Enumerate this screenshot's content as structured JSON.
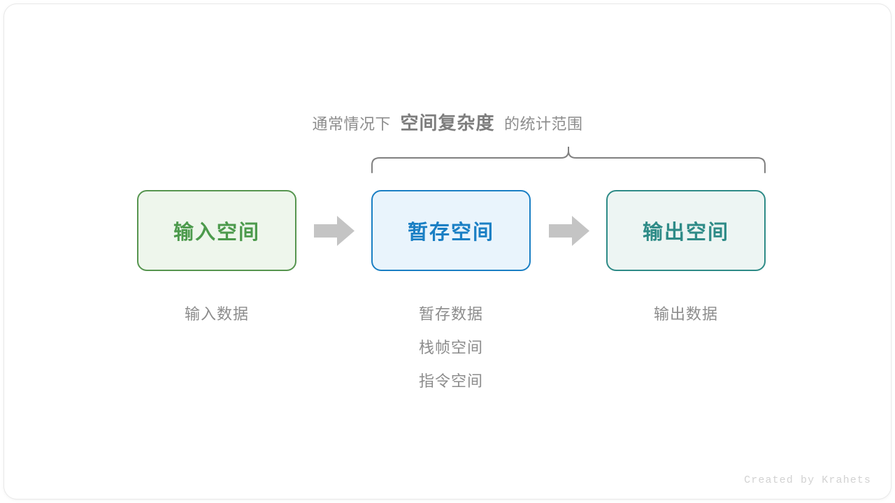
{
  "canvas": {
    "background": "#ffffff",
    "card_background": "#ffffff",
    "card_border": "#e8e8e8"
  },
  "heading": {
    "lead": "通常情况下",
    "emphasis": "空间复杂度",
    "tail": "的统计范围",
    "color": "#8c8c8c",
    "emphasis_color": "#7d7d7d"
  },
  "brace": {
    "name": "scope-brace",
    "color": "#808080",
    "spans": [
      "buffer-space",
      "output-space"
    ]
  },
  "flow": {
    "boxes": [
      {
        "id": "input-space",
        "label": "输入空间",
        "border_color": "#56954f",
        "fill_color": "#eef6ec",
        "text_color": "#4c9a4c"
      },
      {
        "id": "buffer-space",
        "label": "暂存空间",
        "border_color": "#1a7fc4",
        "fill_color": "#e9f4fc",
        "text_color": "#1a7fc4"
      },
      {
        "id": "output-space",
        "label": "输出空间",
        "border_color": "#2e8b87",
        "fill_color": "#edf5f3",
        "text_color": "#2e8b87"
      }
    ],
    "arrow_color": "#c4c4c4",
    "arrow_count": 2
  },
  "captions": {
    "color": "#8c8c8c",
    "input": [
      "输入数据"
    ],
    "buffer": [
      "暂存数据",
      "栈帧空间",
      "指令空间"
    ],
    "output": [
      "输出数据"
    ]
  },
  "watermark": {
    "text": "Created by Krahets",
    "color": "#d2d2d2"
  }
}
